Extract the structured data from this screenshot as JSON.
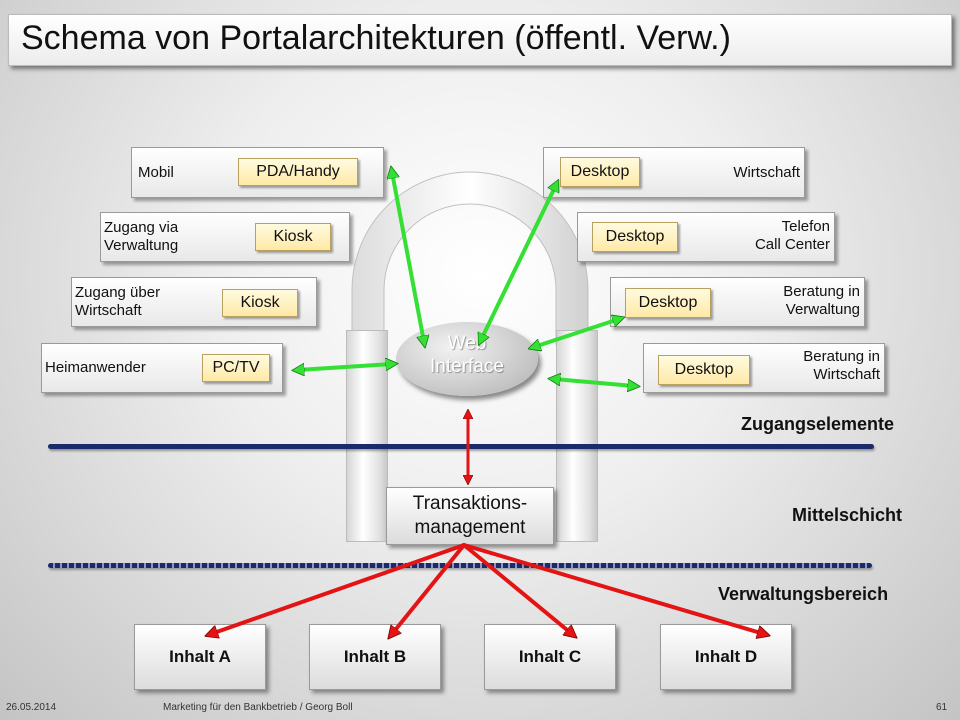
{
  "title": "Schema von Portalarchitekturen (öffentl. Verw.)",
  "access_left": [
    {
      "label": "Mobil",
      "device": "PDA/Handy"
    },
    {
      "label": "Zugang via\nVerwaltung",
      "device": "Kiosk"
    },
    {
      "label": "Zugang über\nWirtschaft",
      "device": "Kiosk"
    },
    {
      "label": "Heimanwender",
      "device": "PC/TV"
    }
  ],
  "access_right": [
    {
      "label": "Wirtschaft",
      "device": "Desktop"
    },
    {
      "label": "Telefon\nCall Center",
      "device": "Desktop"
    },
    {
      "label": "Beratung in\nVerwaltung",
      "device": "Desktop"
    },
    {
      "label": "Beratung in\nWirtschaft",
      "device": "Desktop"
    }
  ],
  "web_interface": "Web\nInterface",
  "transaction": "Transaktions-\nmanagement",
  "layers": {
    "access": "Zugangselemente",
    "middle": "Mittelschicht",
    "admin": "Verwaltungsbereich"
  },
  "contents": [
    "Inhalt A",
    "Inhalt B",
    "Inhalt C",
    "Inhalt D"
  ],
  "colors": {
    "access_arrow": "#33e033",
    "content_arrow": "#e51414",
    "divider": "#1a2a6a"
  },
  "footer": {
    "date": "26.05.2014",
    "source": "Marketing für den Bankbetrieb / Georg Boll",
    "page": "61"
  }
}
